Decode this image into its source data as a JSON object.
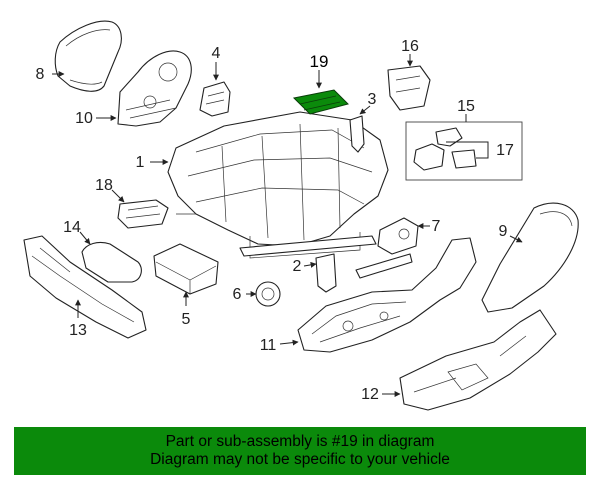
{
  "diagram": {
    "highlight_color": "#0b8a0b",
    "highlight_part": "19",
    "callouts": [
      "1",
      "2",
      "3",
      "4",
      "5",
      "6",
      "7",
      "8",
      "9",
      "10",
      "11",
      "12",
      "13",
      "14",
      "15",
      "16",
      "17",
      "18",
      "19"
    ]
  },
  "banner": {
    "line1": "Part or sub-assembly is #19 in diagram",
    "line2": "Diagram may not be specific to your vehicle",
    "color": "#0b8a0b"
  }
}
